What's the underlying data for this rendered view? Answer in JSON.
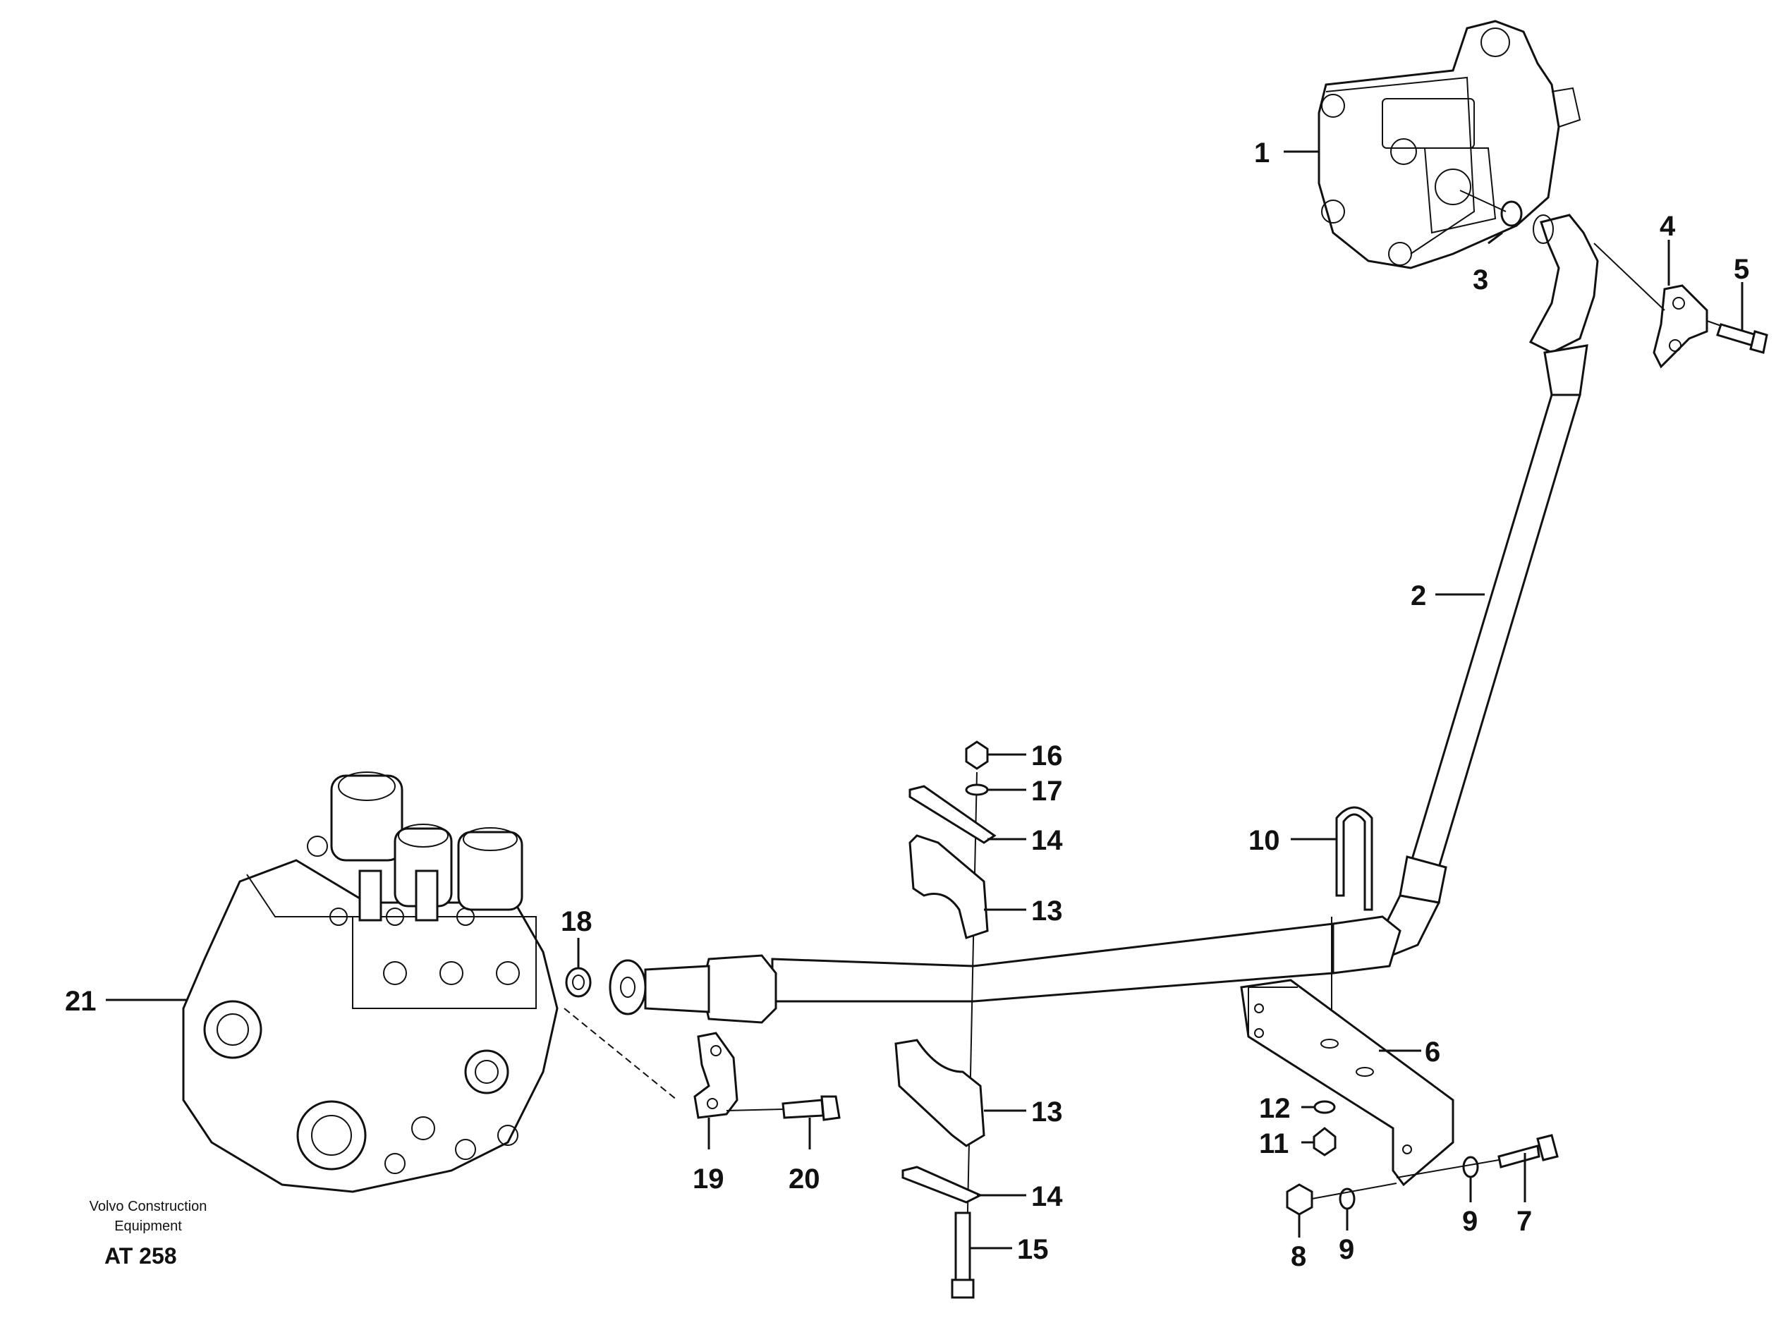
{
  "callouts": {
    "c1": "1",
    "c2": "2",
    "c3": "3",
    "c4": "4",
    "c5": "5",
    "c6": "6",
    "c7": "7",
    "c8": "8",
    "c9a": "9",
    "c9b": "9",
    "c10": "10",
    "c11": "11",
    "c12": "12",
    "c13a": "13",
    "c13b": "13",
    "c14a": "14",
    "c14b": "14",
    "c15": "15",
    "c16": "16",
    "c17": "17",
    "c18": "18",
    "c19": "19",
    "c20": "20",
    "c21": "21"
  },
  "caption": {
    "line1": "Volvo Construction",
    "line2": "Equipment",
    "code": "AT 258"
  }
}
